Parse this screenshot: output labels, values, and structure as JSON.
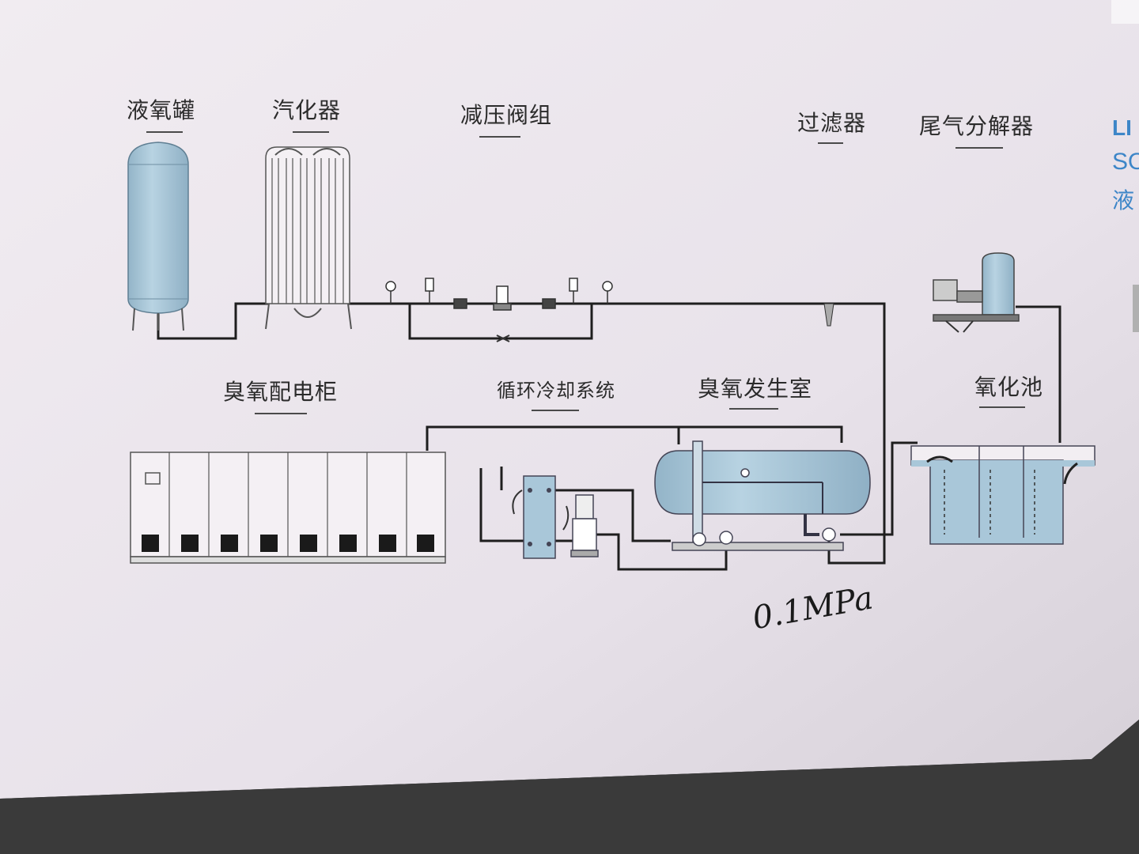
{
  "labels": {
    "liquid_oxygen_tank": "液氧罐",
    "vaporizer": "汽化器",
    "pressure_reducing_valve_group": "减压阀组",
    "filter": "过滤器",
    "tail_gas_decomposer": "尾气分解器",
    "ozone_power_cabinet": "臭氧配电柜",
    "circulating_cooling_system": "循环冷却系统",
    "ozone_generation_room": "臭氧发生室",
    "oxidation_tank": "氧化池"
  },
  "side_text": {
    "line1": "LI",
    "line2": "SO",
    "line3": "液"
  },
  "handwritten_note": "0.1MPa",
  "colors": {
    "paper": "#ece6ec",
    "vessel_fill": "#a9c7d9",
    "pipe": "#1e1e1e",
    "accent_blue": "#3d86c8"
  }
}
